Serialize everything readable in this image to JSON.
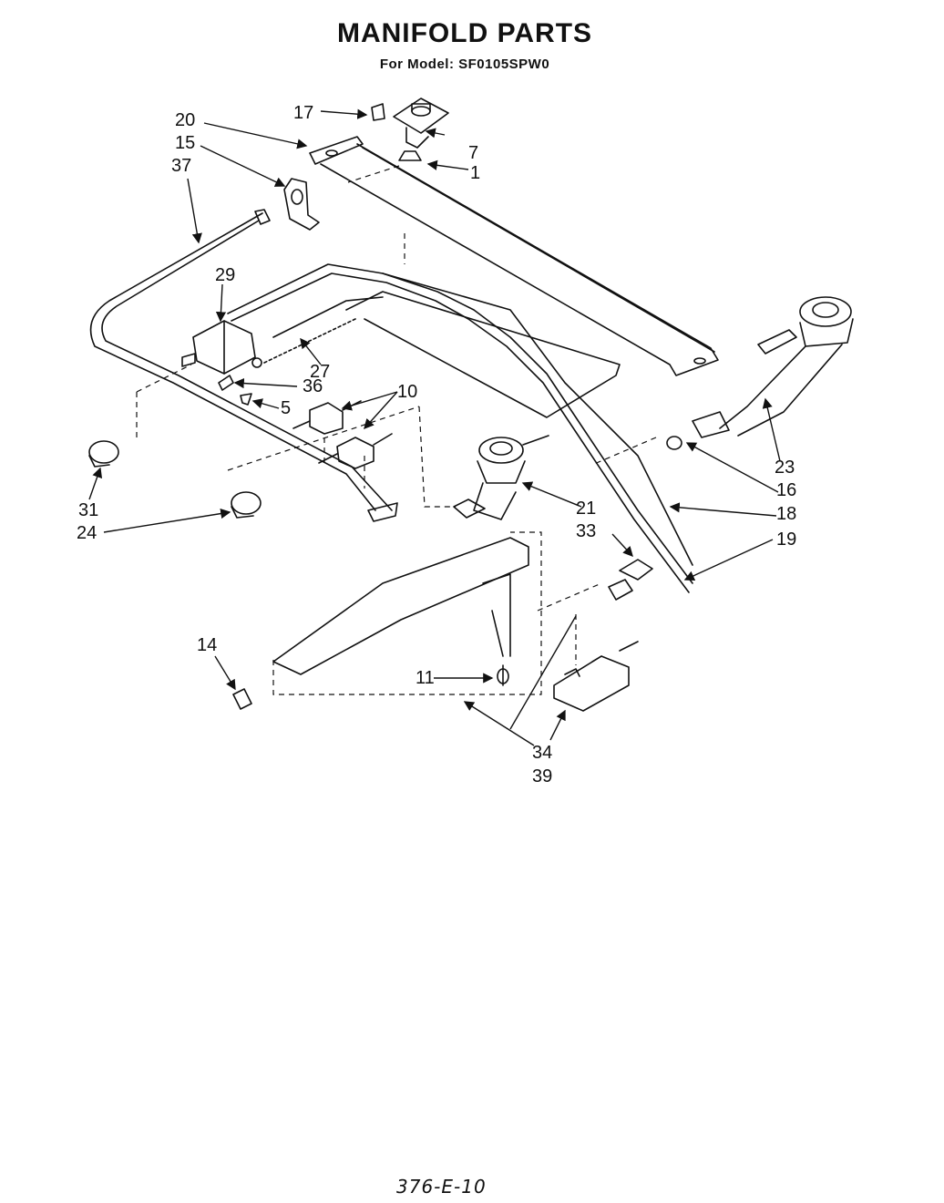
{
  "title": "MANIFOLD PARTS",
  "subtitle": "For Model: SF0105SPW0",
  "footer": "376-E-10",
  "callouts": [
    "1",
    "5",
    "7",
    "10",
    "11",
    "14",
    "15",
    "16",
    "17",
    "18",
    "19",
    "20",
    "21",
    "23",
    "24",
    "27",
    "29",
    "31",
    "33",
    "34",
    "36",
    "37",
    "39"
  ]
}
